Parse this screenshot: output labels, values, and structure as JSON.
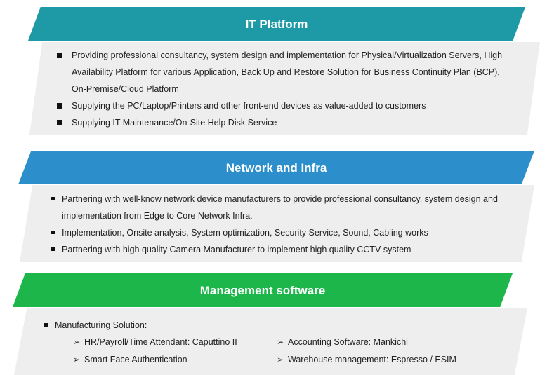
{
  "sections": [
    {
      "title": "IT Platform",
      "color": "#1d9aa5",
      "items": [
        "Providing professional consultancy, system design and implementation for Physical/Virtualization Servers, High",
        "Availability Platform for various Application, Back Up and Restore Solution for Business Continuity Plan (BCP),",
        "On-Premise/Cloud Platform",
        "Supplying the PC/Laptop/Printers and other front-end devices as value-added to customers",
        "Supplying IT Maintenance/On-Site Help Disk Service"
      ]
    },
    {
      "title": "Network and Infra",
      "color": "#2c8fcb",
      "items": [
        "Partnering with well-know network device manufacturers to provide professional consultancy, system design and",
        "implementation from Edge to Core Network Infra.",
        "Implementation, Onsite analysis, System optimization, Security Service, Sound, Cabling works",
        "Partnering with high quality Camera Manufacturer to implement high quality CCTV system"
      ]
    },
    {
      "title": "Management software",
      "color": "#1cb64a",
      "items": [
        "Manufacturing Solution:"
      ],
      "sub_items": [
        "HR/Payroll/Time Attendant: Caputtino II",
        "Smart Face Authentication",
        "Accounting Software: Mankichi",
        "Warehouse management: Espresso / ESIM"
      ],
      "arrow_glyph": "➢"
    }
  ]
}
